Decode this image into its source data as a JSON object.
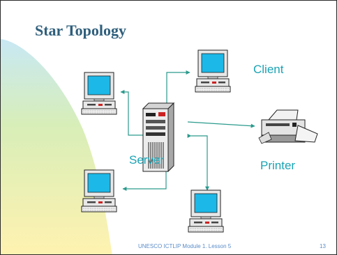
{
  "slide": {
    "title": "Star Topology",
    "labels": {
      "client": "Client",
      "server": "Server",
      "printer": "Printer"
    },
    "footer": {
      "source": "UNESCO ICTLIP Module 1. Lesson 5",
      "page_number": "13"
    }
  },
  "colors": {
    "title": "#2f5f7c",
    "label": "#1aa3b4",
    "footer": "#5a8cc8",
    "connector": "#2a9a8c",
    "screen": "#1bb8e8",
    "device_body": "#ebebeb",
    "accent_red": "#cc2222"
  },
  "nodes": [
    {
      "id": "client",
      "icon": "computer-icon"
    },
    {
      "id": "pc-left-top",
      "icon": "computer-icon"
    },
    {
      "id": "pc-left-bottom",
      "icon": "computer-icon"
    },
    {
      "id": "pc-bottom",
      "icon": "computer-icon"
    },
    {
      "id": "server",
      "icon": "server-tower-icon"
    },
    {
      "id": "printer",
      "icon": "printer-icon"
    }
  ],
  "edges": [
    {
      "from": "server",
      "to": "client"
    },
    {
      "from": "server",
      "to": "pc-left-top"
    },
    {
      "from": "server",
      "to": "pc-left-bottom"
    },
    {
      "from": "server",
      "to": "pc-bottom"
    },
    {
      "from": "server",
      "to": "printer"
    }
  ]
}
